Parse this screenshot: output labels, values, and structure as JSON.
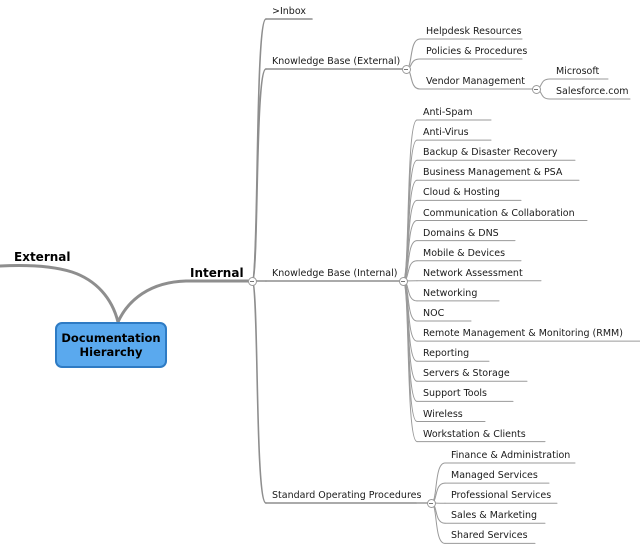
{
  "root": {
    "label": "Documentation Hierarchy"
  },
  "left_branch": {
    "label": "External"
  },
  "internal": {
    "label": "Internal"
  },
  "inbox": ">Inbox",
  "kb_external": {
    "label": "Knowledge Base (External)",
    "children": [
      "Helpdesk Resources",
      "Policies & Procedures",
      "Vendor Management"
    ],
    "vendor_children": [
      "Microsoft",
      "Salesforce.com"
    ]
  },
  "kb_internal": {
    "label": "Knowledge Base (Internal)",
    "children": [
      "Anti-Spam",
      "Anti-Virus",
      "Backup & Disaster Recovery",
      "Business Management & PSA",
      "Cloud & Hosting",
      "Communication & Collaboration",
      "Domains & DNS",
      "Mobile & Devices",
      "Network Assessment",
      "Networking",
      "NOC",
      "Remote Management & Monitoring (RMM)",
      "Reporting",
      "Servers & Storage",
      "Support Tools",
      "Wireless",
      "Workstation & Clients"
    ]
  },
  "sop": {
    "label": "Standard Operating Procedures",
    "children": [
      "Finance & Administration",
      "Managed Services",
      "Professional Services",
      "Sales & Marketing",
      "Shared Services"
    ]
  },
  "colors": {
    "root_fill": "#5aa9ee",
    "root_border": "#2e7bc4",
    "line": "#9a9a9a",
    "main_line": "#8e8e8e"
  }
}
